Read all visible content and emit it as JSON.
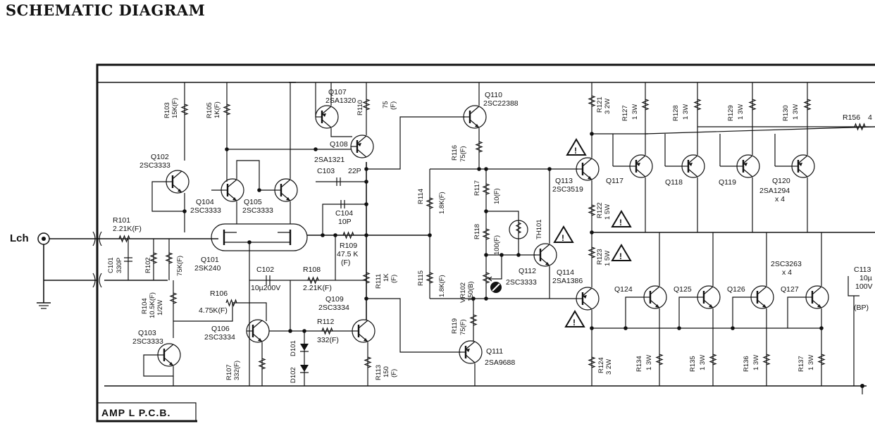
{
  "title": "SCHEMATIC DIAGRAM",
  "input_label": "Lch",
  "board_label": "AMP L P.C.B.",
  "transistors": {
    "q101": {
      "ref": "Q101",
      "part": "2SK240"
    },
    "q102": {
      "ref": "Q102",
      "part": "2SC3333"
    },
    "q103": {
      "ref": "Q103",
      "part": "2SC3333"
    },
    "q104": {
      "ref": "Q104",
      "part": "2SC3333"
    },
    "q105": {
      "ref": "Q105",
      "part": "2SC3333"
    },
    "q106": {
      "ref": "Q106",
      "part": "2SC3334"
    },
    "q107": {
      "ref": "Q107",
      "part": "2SA1320"
    },
    "q108": {
      "ref": "Q108",
      "part": "2SA1321"
    },
    "q109": {
      "ref": "Q109",
      "part": "2SC3334"
    },
    "q110": {
      "ref": "Q110",
      "part": "2SC22388"
    },
    "q111": {
      "ref": "Q111",
      "part": "2SA9688"
    },
    "q112": {
      "ref": "Q112",
      "part": "2SC3333"
    },
    "q113": {
      "ref": "Q113",
      "part": "2SC3519"
    },
    "q114": {
      "ref": "Q114",
      "part": "2SA1386"
    },
    "q117": {
      "ref": "Q117"
    },
    "q118": {
      "ref": "Q118"
    },
    "q119": {
      "ref": "Q119"
    },
    "q120": {
      "ref": "Q120",
      "part": "2SA1294",
      "qty": "x 4"
    },
    "q124": {
      "ref": "Q124"
    },
    "q125": {
      "ref": "Q125"
    },
    "q126": {
      "ref": "Q126"
    },
    "q127": {
      "ref": "Q127",
      "part": "2SC3263",
      "qty": "x 4"
    }
  },
  "resistors": {
    "r101": {
      "ref": "R101",
      "value": "2.21K(F)"
    },
    "r102": {
      "ref": "R102"
    },
    "r103": {
      "ref": "R103",
      "value": "15K(F)"
    },
    "r104": {
      "ref": "R104",
      "value": "10.5K(F)",
      "power": "1/2W"
    },
    "r105": {
      "ref": "R105",
      "value": "1K(F)"
    },
    "r106": {
      "ref": "R106",
      "value": "4.75K(F)"
    },
    "r107": {
      "ref": "R107",
      "value": "332(F)"
    },
    "r108": {
      "ref": "R108",
      "value": "2.21K(F)"
    },
    "r109": {
      "ref": "R109",
      "value": "47.5 K",
      "tol": "(F)"
    },
    "r110": {
      "ref": "R110",
      "value": "75",
      "tol": "(F)"
    },
    "r111": {
      "ref": "R111",
      "value": "1K",
      "tol": "(F)"
    },
    "r112": {
      "ref": "R112",
      "value": "332(F)"
    },
    "r113": {
      "ref": "R113",
      "value": "150",
      "tol": "(F)"
    },
    "r114": {
      "ref": "R114",
      "value": "1.8K(F)"
    },
    "r115": {
      "ref": "R115",
      "value": "1.8K(F)"
    },
    "r116": {
      "ref": "R116",
      "value": "75(F)"
    },
    "r117": {
      "ref": "R117",
      "value": "10(F)"
    },
    "r118": {
      "ref": "R118",
      "value": "100(F)"
    },
    "r119": {
      "ref": "R119",
      "value": "75(F)"
    },
    "r121": {
      "ref": "R121",
      "value": "3 2W"
    },
    "r122": {
      "ref": "R122",
      "value": "1 5W"
    },
    "r123": {
      "ref": "R123",
      "value": "1 5W"
    },
    "r124": {
      "ref": "R124",
      "value": "3 2W"
    },
    "r127": {
      "ref": "R127",
      "value": "1 3W"
    },
    "r128": {
      "ref": "R128",
      "value": "1 3W"
    },
    "r129": {
      "ref": "R129",
      "value": "1 3W"
    },
    "r130": {
      "ref": "R130",
      "value": "1 3W"
    },
    "r134": {
      "ref": "R134",
      "value": "1 3W"
    },
    "r135": {
      "ref": "R135",
      "value": "1 3W"
    },
    "r136": {
      "ref": "R136",
      "value": "1 3W"
    },
    "r137": {
      "ref": "R137",
      "value": "1 3W"
    },
    "r156": {
      "ref": "R156",
      "value": "4"
    },
    "r102_value": "75K(F)"
  },
  "capacitors": {
    "c101": {
      "ref": "C101",
      "value": "330P"
    },
    "c102": {
      "ref": "C102",
      "value": "10µ200V"
    },
    "c103": {
      "ref": "C103",
      "value": "22P"
    },
    "c104": {
      "ref": "C104",
      "value": "10P"
    },
    "c113": {
      "ref": "C113",
      "value": "10µ",
      "voltage": "100V",
      "type": "(BP)"
    }
  },
  "diodes": {
    "d101": {
      "ref": "D101"
    },
    "d102": {
      "ref": "D102"
    }
  },
  "others": {
    "vr102": {
      "ref": "VR102",
      "value": "150(B)"
    },
    "th101": {
      "ref": "TH101"
    }
  },
  "warning_symbol": "!"
}
